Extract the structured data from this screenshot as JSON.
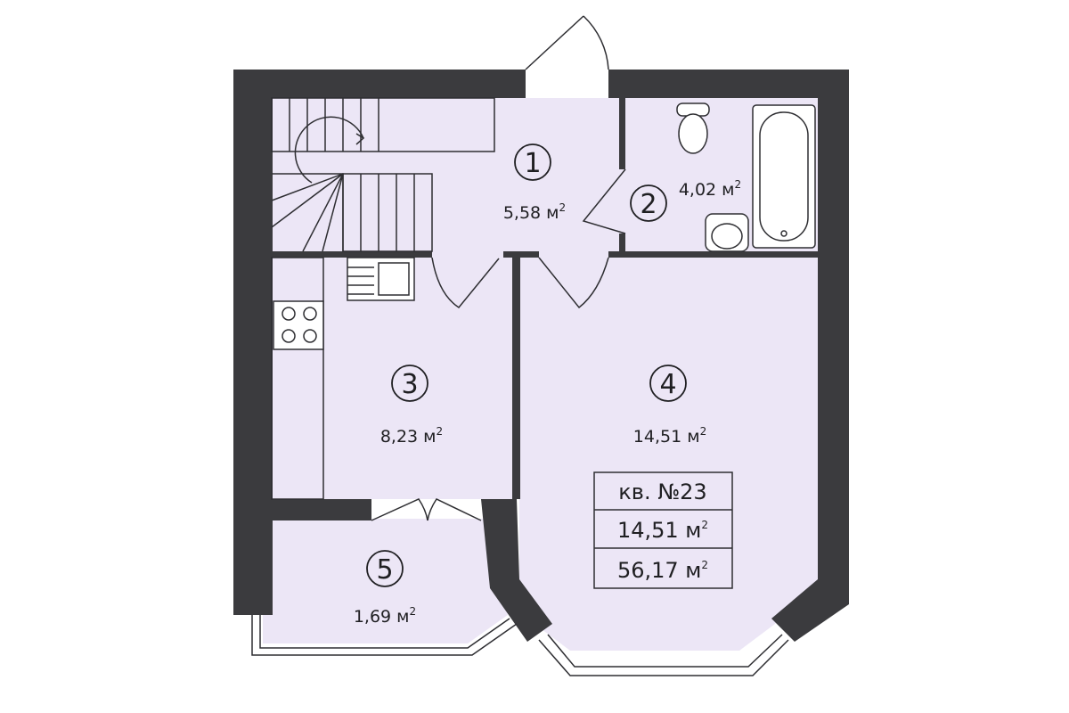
{
  "rooms": [
    {
      "number": "1",
      "area": "5,58 м",
      "unit_sup": "2"
    },
    {
      "number": "2",
      "area": "4,02 м",
      "unit_sup": "2"
    },
    {
      "number": "3",
      "area": "8,23 м",
      "unit_sup": "2"
    },
    {
      "number": "4",
      "area": "14,51 м",
      "unit_sup": "2"
    },
    {
      "number": "5",
      "area": "1,69 м",
      "unit_sup": "2"
    }
  ],
  "summary": {
    "apartment": "кв. №23",
    "area_1": "14,51 м",
    "area_1_sup": "2",
    "area_2": "56,17 м",
    "area_2_sup": "2"
  },
  "colors": {
    "wall": "#3b3b3e",
    "floor": "#ece6f6",
    "line": "#2e2e32"
  }
}
